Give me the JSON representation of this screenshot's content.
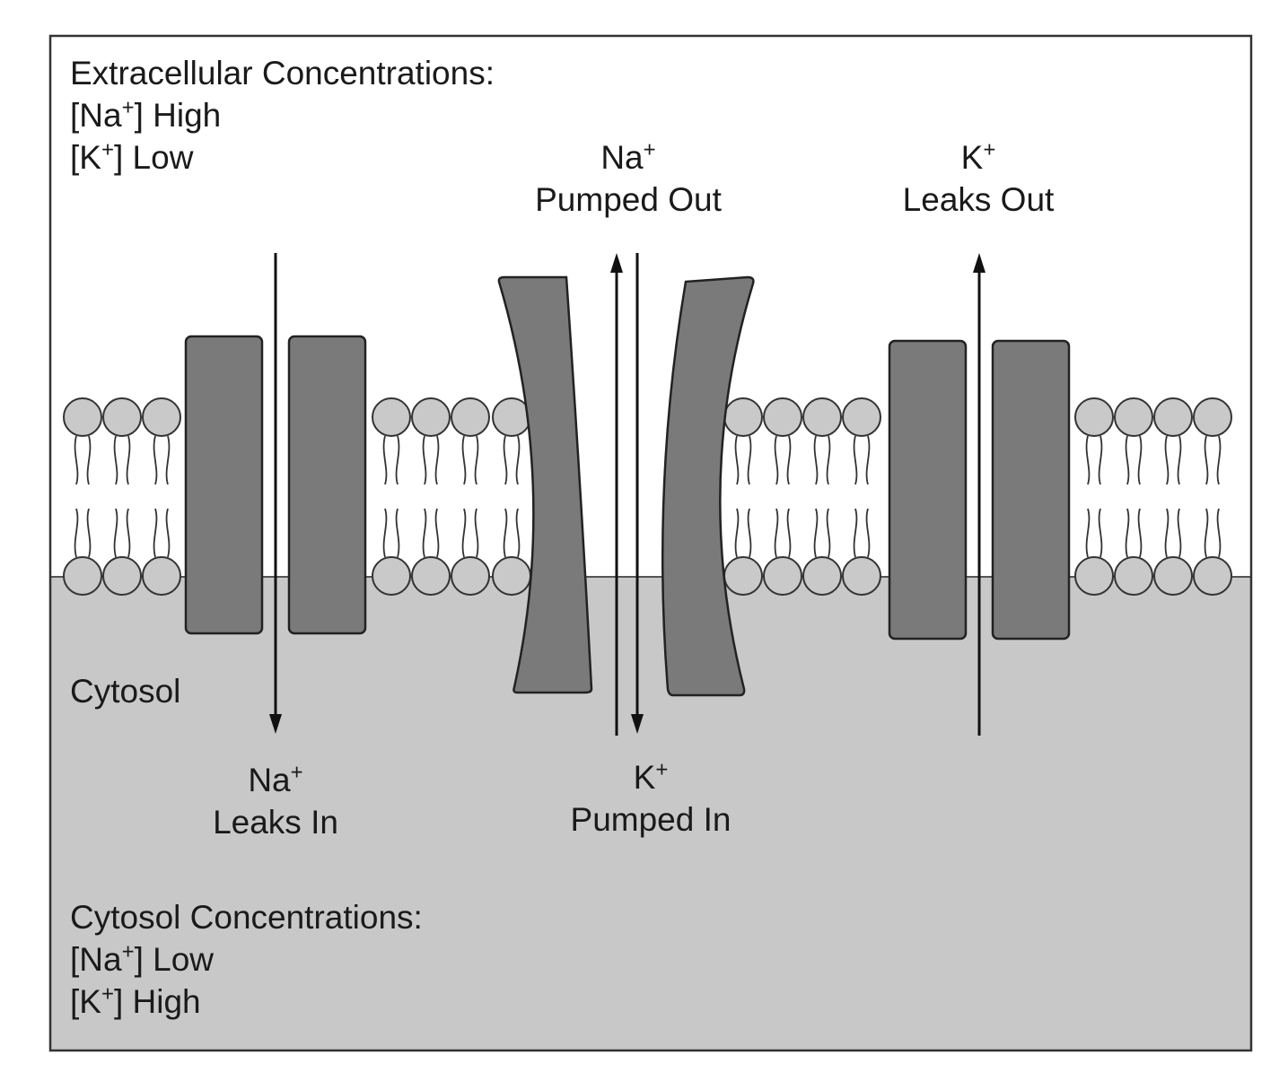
{
  "extracellular": {
    "heading": "Extracellular Concentrations:",
    "na_prefix": "[Na",
    "na_sup": "+",
    "na_suffix": "] High",
    "k_prefix": "[K",
    "k_sup": "+",
    "k_suffix": "] Low"
  },
  "cytosol": {
    "label": "Cytosol",
    "heading": "Cytosol Concentrations:",
    "na_prefix": "[Na",
    "na_sup": "+",
    "na_suffix": "] Low",
    "k_prefix": "[K",
    "k_sup": "+",
    "k_suffix": "] High"
  },
  "na_leak": {
    "ion": "Na",
    "charge": "+",
    "action": "Leaks In"
  },
  "pump_na": {
    "ion": "Na",
    "charge": "+",
    "action": "Pumped Out"
  },
  "pump_k": {
    "ion": "K",
    "charge": "+",
    "action": "Pumped In"
  },
  "k_leak": {
    "ion": "K",
    "charge": "+",
    "action": "Leaks Out"
  },
  "colors": {
    "cytosol_fill": "#c8c8c8",
    "protein_fill": "#7a7a7a",
    "lipid_head_fill": "#c9c9c9",
    "outline": "#222222"
  }
}
